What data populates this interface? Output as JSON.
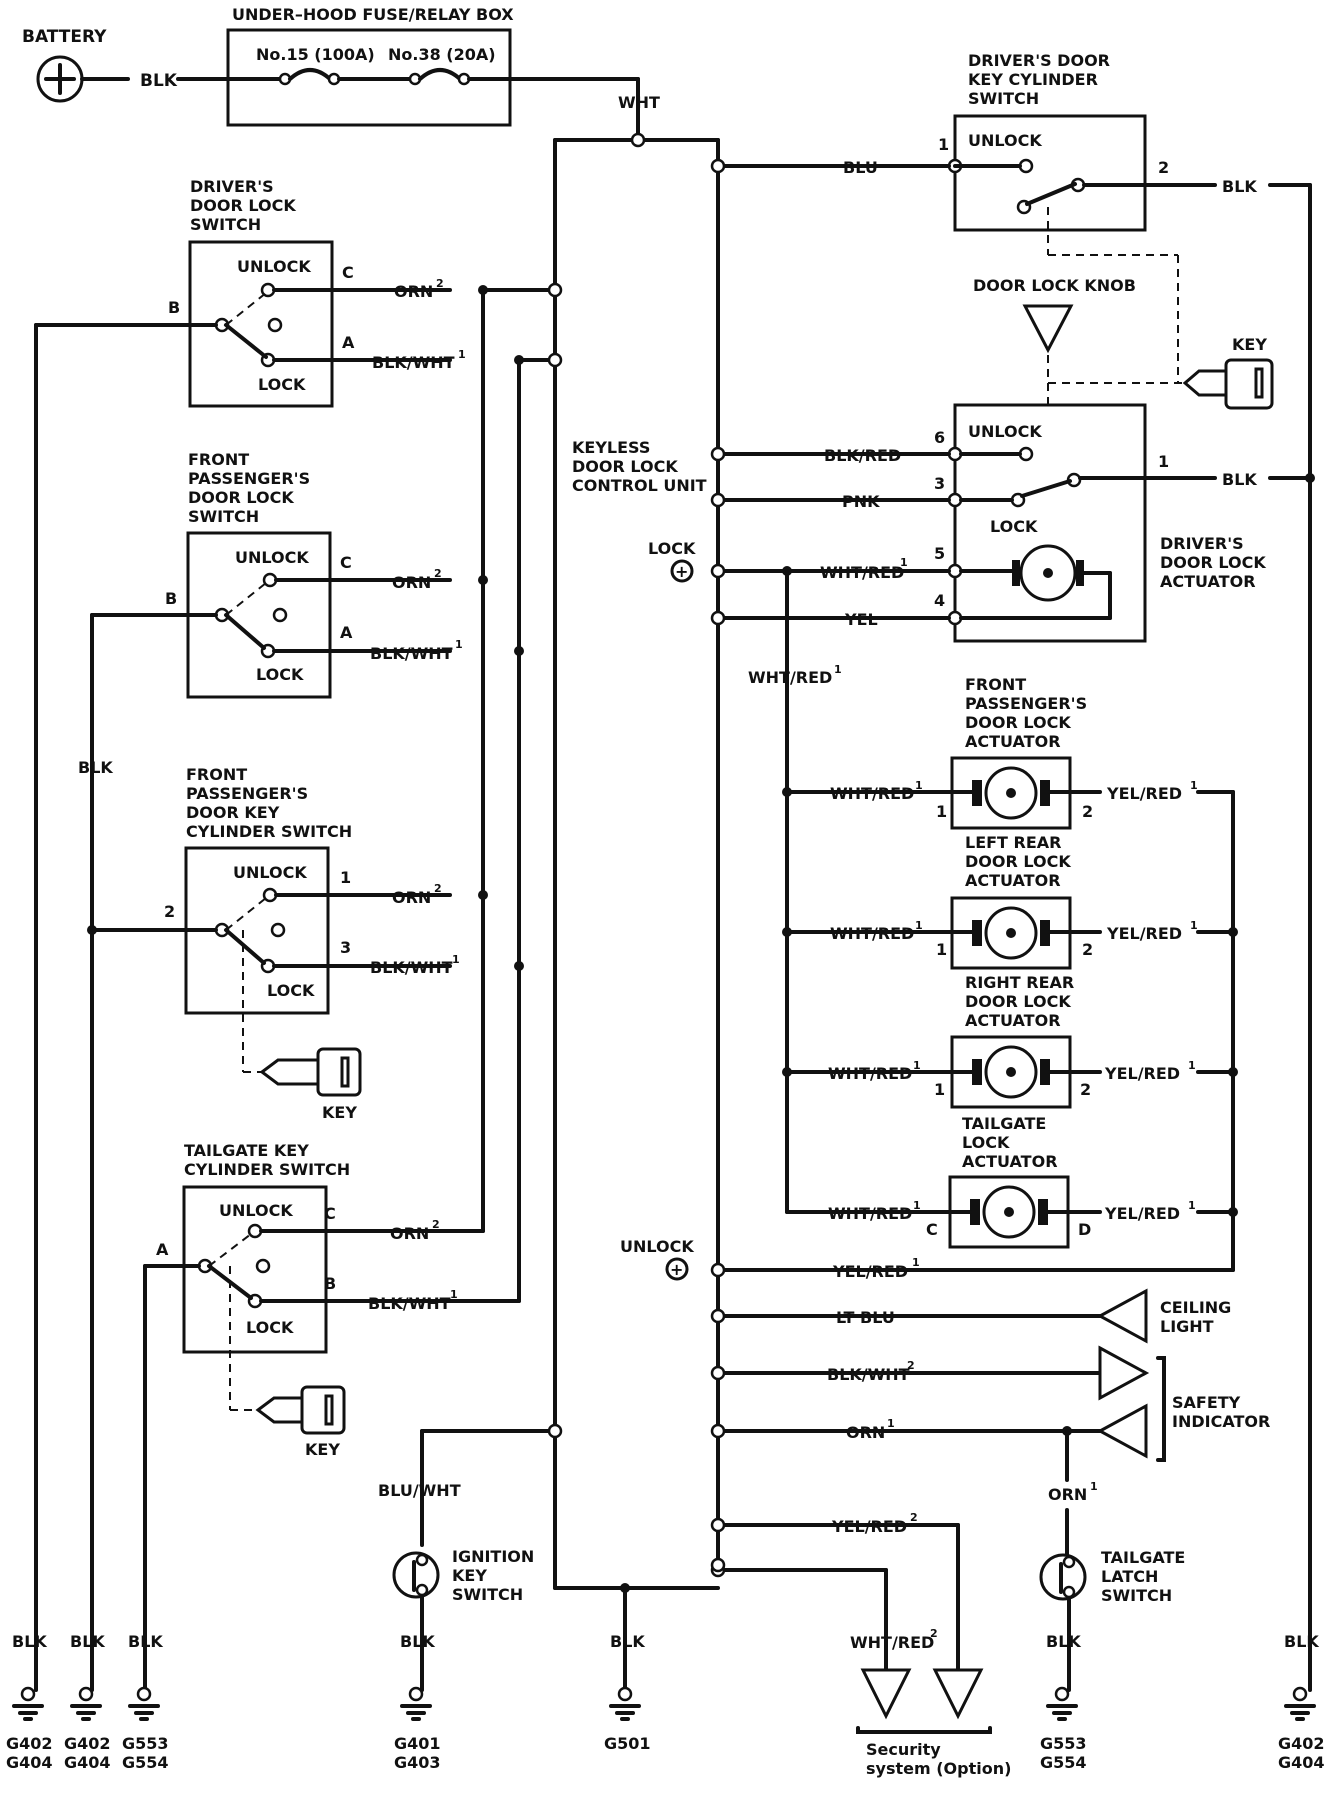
{
  "battery": {
    "label": "BATTERY",
    "wire": "BLK"
  },
  "fuse_box": {
    "title": "UNDER–HOOD FUSE/RELAY BOX",
    "fuse1": "No.15 (100A)",
    "fuse2": "No.38 (20A)",
    "out_wire": "WHT"
  },
  "control_unit": {
    "title": [
      "KEYLESS",
      "DOOR LOCK",
      "CONTROL UNIT"
    ],
    "lock": "LOCK",
    "unlock": "UNLOCK"
  },
  "drv_lock_sw": {
    "title": [
      "DRIVER'S",
      "DOOR LOCK",
      "SWITCH"
    ],
    "unlock": "UNLOCK",
    "lock": "LOCK",
    "pin_b": "B",
    "pin_c": "C",
    "pin_a": "A",
    "wire_c": "ORN",
    "sup_c": "2",
    "wire_a": "BLK/WHT",
    "sup_a": "1"
  },
  "fp_lock_sw": {
    "title": [
      "FRONT",
      "PASSENGER'S",
      "DOOR LOCK",
      "SWITCH"
    ],
    "unlock": "UNLOCK",
    "lock": "LOCK",
    "pin_b": "B",
    "pin_c": "C",
    "pin_a": "A",
    "wire_c": "ORN",
    "sup_c": "2",
    "wire_a": "BLK/WHT",
    "sup_a": "1"
  },
  "fp_key_sw": {
    "title": [
      "FRONT",
      "PASSENGER'S",
      "DOOR KEY",
      "CYLINDER SWITCH"
    ],
    "unlock": "UNLOCK",
    "lock": "LOCK",
    "pin_2": "2",
    "pin_1": "1",
    "pin_3": "3",
    "wire_1": "ORN",
    "sup_1": "2",
    "wire_3": "BLK/WHT",
    "sup_3": "1",
    "key": "KEY",
    "left_wire": "BLK"
  },
  "tg_key_sw": {
    "title": [
      "TAILGATE KEY",
      "CYLINDER SWITCH"
    ],
    "unlock": "UNLOCK",
    "lock": "LOCK",
    "pin_a": "A",
    "pin_c": "C",
    "pin_b": "B",
    "wire_c": "ORN",
    "sup_c": "2",
    "wire_b": "BLK/WHT",
    "sup_b": "1",
    "key": "KEY"
  },
  "drv_key_sw": {
    "title": [
      "DRIVER'S DOOR",
      "KEY CYLINDER",
      "SWITCH"
    ],
    "unlock": "UNLOCK",
    "pin_1": "1",
    "pin_2": "2",
    "wire_in": "BLU",
    "wire_out": "BLK"
  },
  "door_lock_knob": "DOOR LOCK KNOB",
  "key_right": "KEY",
  "drv_actuator": {
    "title": [
      "DRIVER'S",
      "DOOR LOCK",
      "ACTUATOR"
    ],
    "unlock": "UNLOCK",
    "lock": "LOCK",
    "pin_6": "6",
    "pin_3": "3",
    "pin_5": "5",
    "pin_4": "4",
    "pin_1": "1",
    "w6": "BLK/RED",
    "w3": "PNK",
    "w5": "WHT/RED",
    "sup5": "1",
    "w4": "YEL",
    "w_out": "BLK"
  },
  "wht_red_bus": {
    "label": "WHT/RED",
    "sup": "1"
  },
  "actuators": [
    {
      "title": [
        "FRONT",
        "PASSENGER'S",
        "DOOR LOCK",
        "ACTUATOR"
      ],
      "in": "WHT/RED",
      "in_sup": "1",
      "out": "YEL/RED",
      "out_sup": "1",
      "p1": "1",
      "p2": "2"
    },
    {
      "title": [
        "LEFT REAR",
        "DOOR LOCK",
        "ACTUATOR"
      ],
      "in": "WHT/RED",
      "in_sup": "1",
      "out": "YEL/RED",
      "out_sup": "1",
      "p1": "1",
      "p2": "2"
    },
    {
      "title": [
        "RIGHT REAR",
        "DOOR LOCK",
        "ACTUATOR"
      ],
      "in": "WHT/RED",
      "in_sup": "1",
      "out": "YEL/RED",
      "out_sup": "1",
      "p1": "1",
      "p2": "2"
    },
    {
      "title": [
        "TAILGATE",
        "LOCK",
        "ACTUATOR"
      ],
      "in": "WHT/RED",
      "in_sup": "1",
      "out": "YEL/RED",
      "out_sup": "1",
      "p1": "C",
      "p2": "D"
    }
  ],
  "unlock_wire": {
    "label": "YEL/RED",
    "sup": "1"
  },
  "ceiling": {
    "wire": "LT BLU",
    "label": [
      "CEILING",
      "LIGHT"
    ]
  },
  "safety": {
    "wire1": "BLK/WHT",
    "sup1": "2",
    "wire2": "ORN",
    "sup2": "1",
    "label": [
      "SAFETY",
      "INDICATOR"
    ]
  },
  "security": {
    "wire1": "YEL/RED",
    "sup1": "2",
    "wire2": "WHT/RED",
    "sup2": "2",
    "label": [
      "Security",
      "system (Option)"
    ]
  },
  "ignition": {
    "wire": "BLU/WHT",
    "label": [
      "IGNITION",
      "KEY",
      "SWITCH"
    ],
    "ground_wire": "BLK"
  },
  "tailgate_latch": {
    "wire": "ORN",
    "sup": "1",
    "label": [
      "TAILGATE",
      "LATCH",
      "SWITCH"
    ],
    "ground_wire": "BLK"
  },
  "grounds": [
    {
      "wire": "BLK",
      "g1": "G402",
      "g2": "G404"
    },
    {
      "wire": "BLK",
      "g1": "G402",
      "g2": "G404"
    },
    {
      "wire": "BLK",
      "g1": "G553",
      "g2": "G554"
    },
    {
      "wire": "BLK",
      "g1": "G401",
      "g2": "G403"
    },
    {
      "wire": "BLK",
      "g1": "G501",
      "g2": ""
    },
    {
      "wire": "BLK",
      "g1": "G553",
      "g2": "G554"
    },
    {
      "wire": "BLK",
      "g1": "G402",
      "g2": "G404"
    }
  ]
}
